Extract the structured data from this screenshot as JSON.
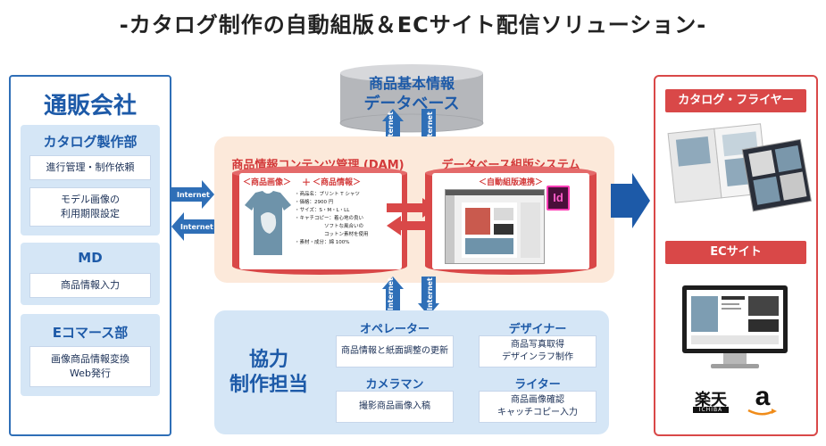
{
  "title": "-カタログ制作の自動組版＆ECサイト配信ソリューション-",
  "company": {
    "title": "通販会社",
    "departments": [
      {
        "title": "カタログ製作部",
        "items": [
          "進行管理・制作依頼",
          "モデル画像の\n利用期限設定"
        ]
      },
      {
        "title": "MD",
        "items": [
          "商品情報入力"
        ]
      },
      {
        "title": "Eコマース部",
        "items": [
          "画像商品情報変換\nWeb発行"
        ]
      }
    ]
  },
  "internet_label": "Internet",
  "database": {
    "line1": "商品基本情報",
    "line2": "データベース"
  },
  "dam": {
    "title": "商品情報コンテンツ管理 (DAM)",
    "tag_image": "＜商品画像＞",
    "plus": "＋",
    "tag_info": "＜商品情報＞",
    "product_lines": [
      "・商品名：プリント T シャツ",
      "・価格：2900 円",
      "・サイズ：S・M・L・LL",
      "・キャチコピー：着心地の良い",
      "　　　　　　ソフトな風合いの",
      "　　　　　　コットン素材を使用",
      "・素材・成分：綿 100%"
    ]
  },
  "dtp": {
    "title": "データベース組版システム",
    "tag": "＜自動組版連携＞",
    "app_icon": "Id"
  },
  "collab": {
    "title_line1": "協力",
    "title_line2": "制作担当",
    "roles": [
      {
        "title": "オペレーター",
        "task": "商品情報と紙面調整の更新"
      },
      {
        "title": "デザイナー",
        "task": "商品写真取得\nデザインラフ制作"
      },
      {
        "title": "カメラマン",
        "task": "撮影商品画像入稿"
      },
      {
        "title": "ライター",
        "task": "商品画像確認\nキャッチコピー入力"
      }
    ]
  },
  "outputs": {
    "catalog_label": "カタログ・フライヤー",
    "ec_label": "ECサイト",
    "logo_rakuten": "楽天",
    "logo_rakuten_sub": "ICHIBA",
    "logo_amazon": "a"
  },
  "colors": {
    "blue": "#2f6fb7",
    "light_blue": "#d5e6f6",
    "red": "#d94848",
    "peach": "#fce9da",
    "db_gray": "#b5b7bb"
  }
}
